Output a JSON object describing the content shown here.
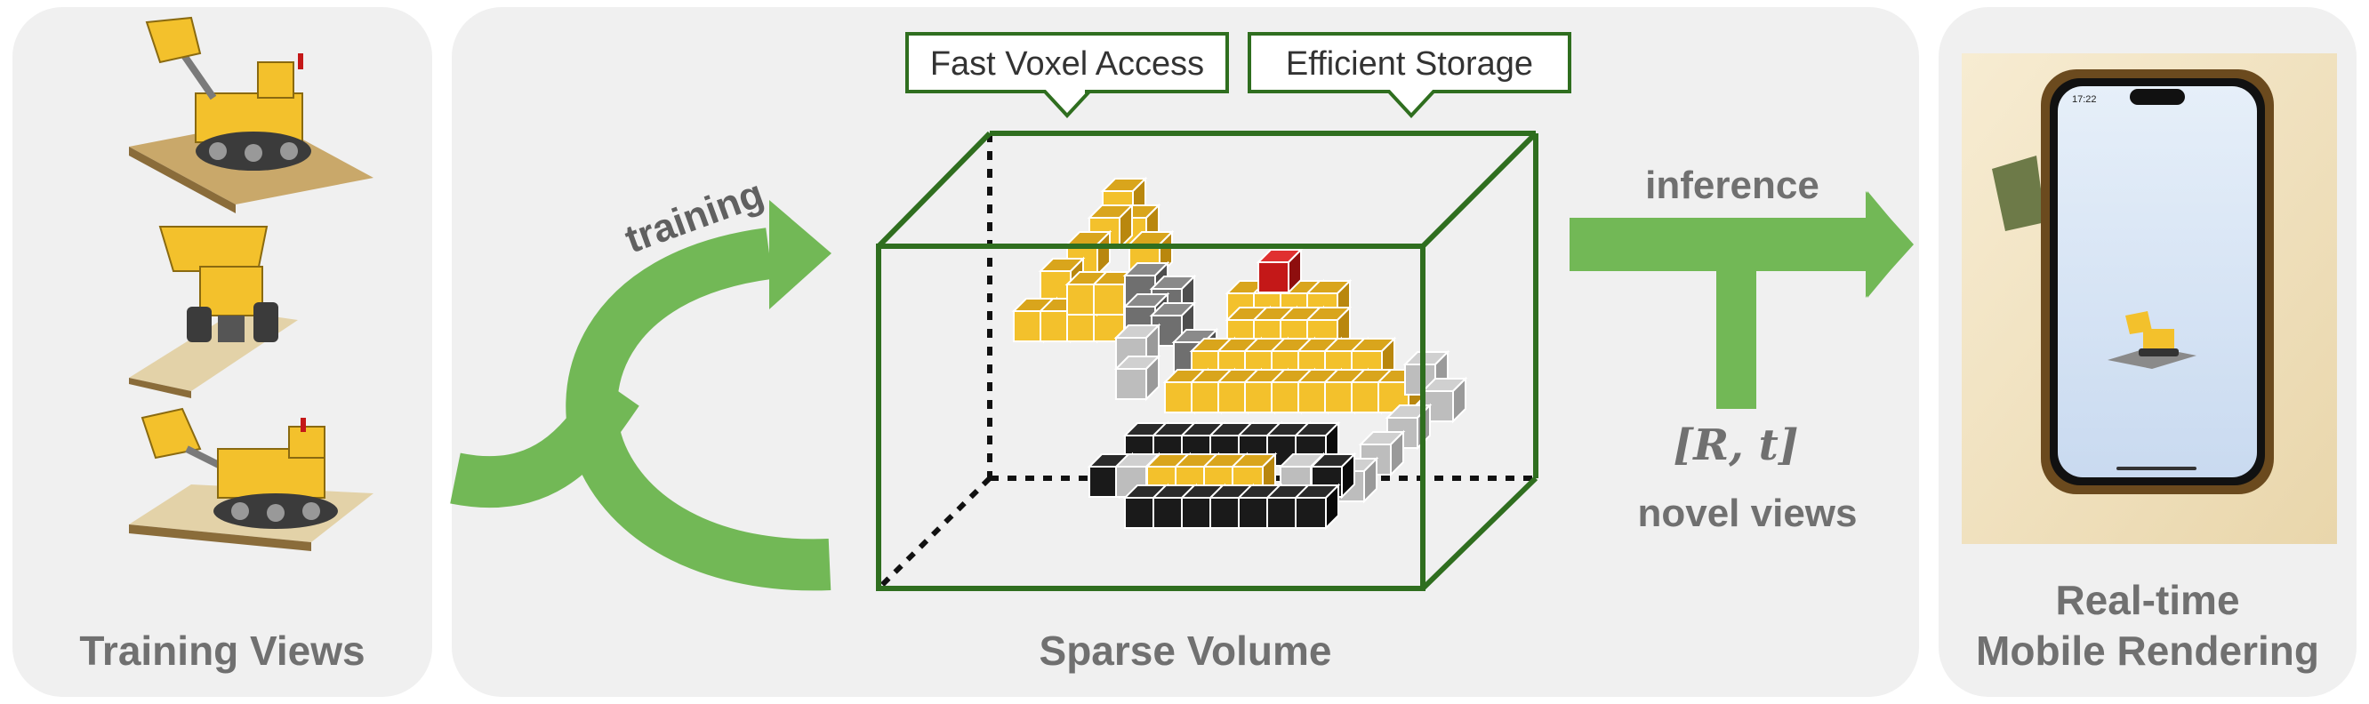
{
  "panels": {
    "training_views": {
      "title": "Training Views"
    },
    "sparse_volume": {
      "title": "Sparse Volume",
      "callouts": [
        "Fast Voxel Access",
        "Efficient Storage"
      ],
      "training_label": "training"
    },
    "mobile": {
      "title_line1": "Real-time",
      "title_line2": "Mobile Rendering",
      "phone_time": "17:22"
    }
  },
  "inference": {
    "label": "inference",
    "pose": "[R, t]",
    "novel_views": "novel views"
  },
  "colors": {
    "panel_bg": "#f0f0f0",
    "green_arrow": "#72b856",
    "box_green": "#2f6e1f",
    "voxel_yellow": "#f3c12c",
    "voxel_black": "#1a1a1a",
    "voxel_gray": "#6f6f6f",
    "voxel_red": "#c41818",
    "label_gray": "#707070"
  }
}
